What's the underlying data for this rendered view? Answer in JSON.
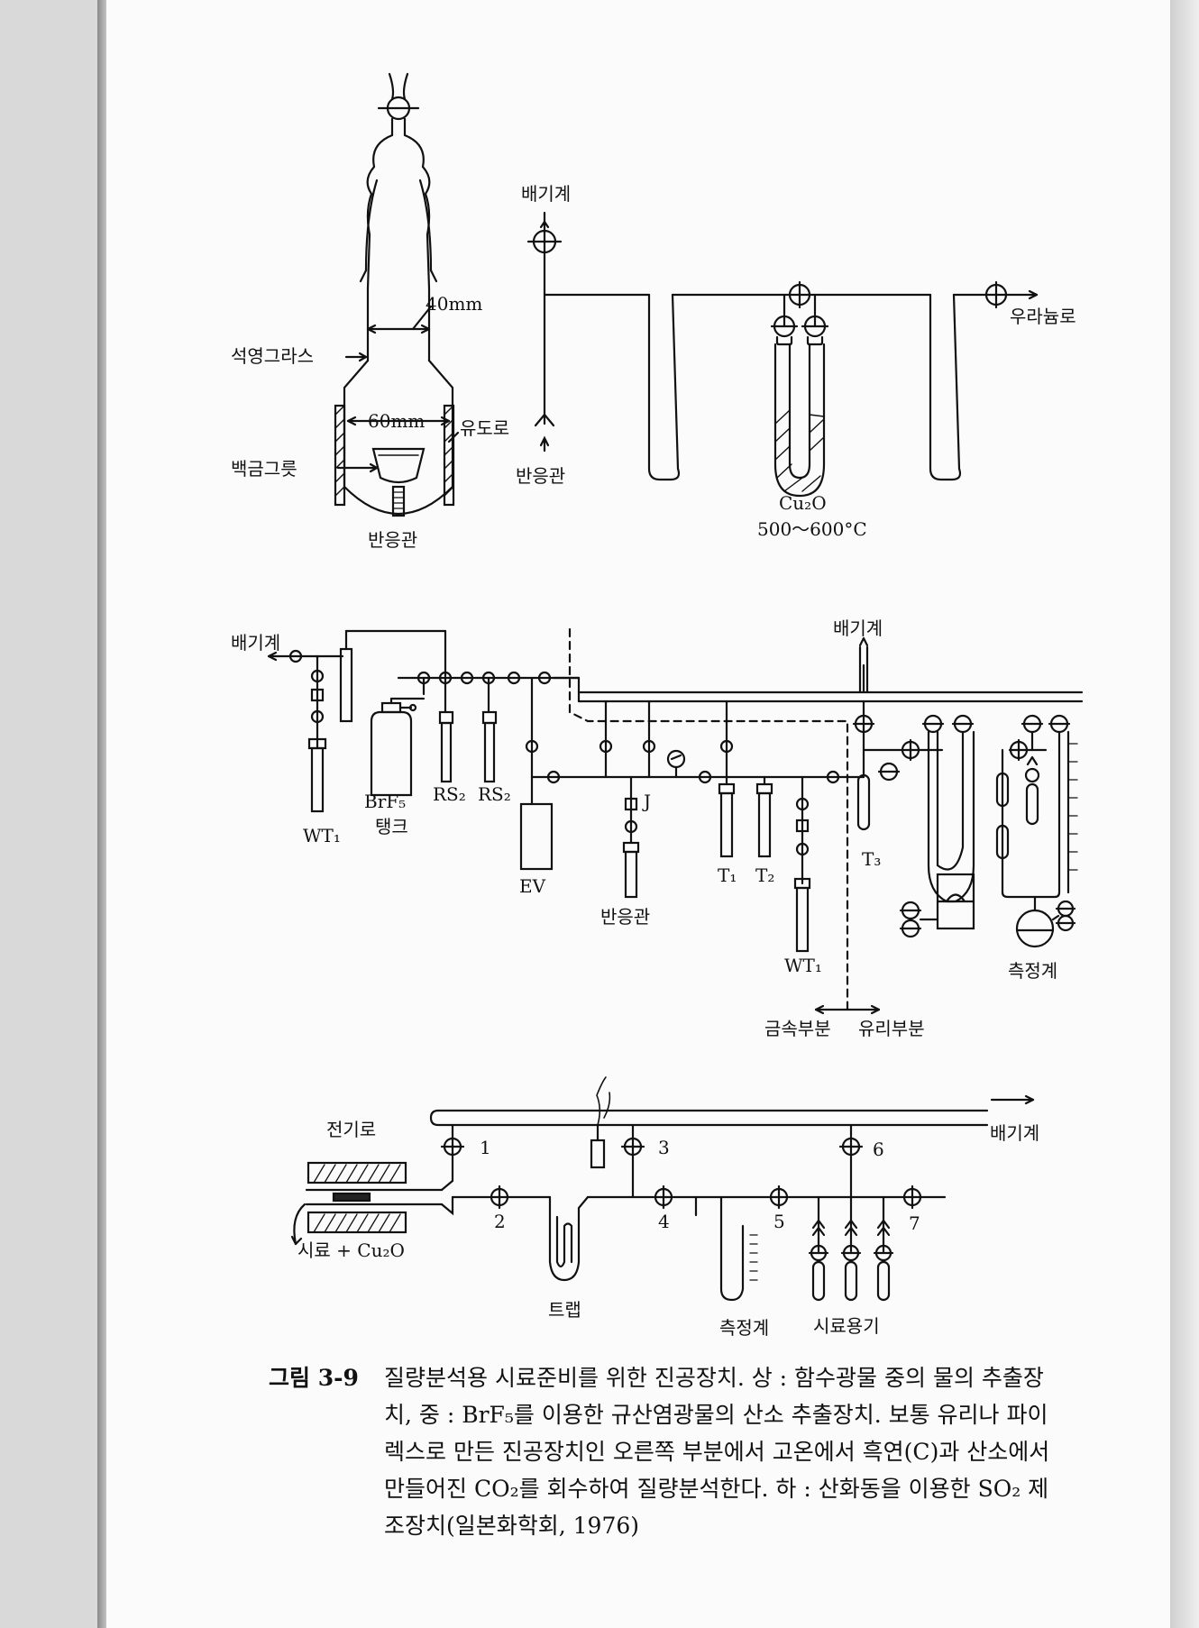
{
  "figure_top": {
    "quartz_label": "석영그라스",
    "width_inner": "40mm",
    "width_outer": "60mm",
    "furnace_label": "유도로",
    "crucible_label": "백금그릇",
    "reactor_bottom_label": "반응관",
    "exhaust_label": "배기계",
    "reactor_inlet_label": "반응관",
    "oxide_label": "Cu₂O",
    "temp_label": "500～600°C",
    "uranium_label": "우라늄로"
  },
  "figure_middle": {
    "exhaust_left": "배기계",
    "exhaust_right": "배기계",
    "wt_left": "WT₁",
    "brf5": "BrF₅",
    "tank": "탱크",
    "rs_a": "RS₂",
    "rs_b": "RS₂",
    "ev": "EV",
    "j": "J",
    "reactor": "반응관",
    "t1": "T₁",
    "t2": "T₂",
    "t3": "T₃",
    "wt_right": "WT₁",
    "gauge": "측정계",
    "metal_part": "금속부분",
    "glass_part": "유리부분"
  },
  "figure_bottom": {
    "furnace": "전기로",
    "exhaust": "배기계",
    "sample": "시료 + Cu₂O",
    "trap": "트랩",
    "gauge": "측정계",
    "vessel": "시료용기",
    "valves": [
      "1",
      "2",
      "3",
      "4",
      "5",
      "6",
      "7"
    ]
  },
  "caption": {
    "label": "그림 3-9",
    "text": "질량분석용 시료준비를 위한 진공장치. 상 : 함수광물 중의 물의 추출장치, 중 : BrF₅를 이용한 규산염광물의 산소 추출장치. 보통 유리나 파이렉스로 만든 진공장치인 오른쪽 부분에서 고온에서 흑연(C)과 산소에서 만들어진 CO₂를 회수하여 질량분석한다. 하 : 산화동을 이용한 SO₂ 제조장치(일본화학회, 1976)"
  }
}
